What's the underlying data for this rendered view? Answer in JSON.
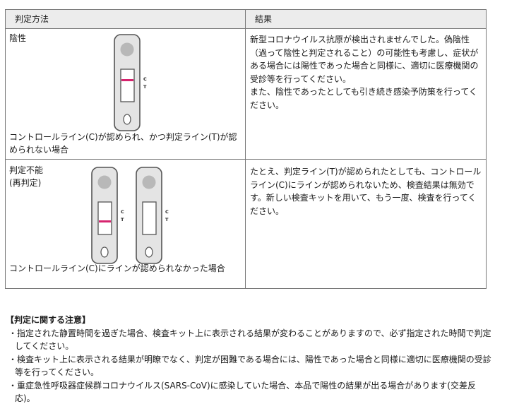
{
  "table": {
    "header": {
      "method": "判定方法",
      "result": "結果"
    },
    "rows": [
      {
        "label": "陰性",
        "caption": "コントロールライン(C)が認められ、かつ判定ライン(T)が認められない場合",
        "result": "新型コロナウイルス抗原が検出されませんでした。偽陰性（過って陰性と判定されること）の可能性も考慮し、症状がある場合には陽性であった場合と同様に、適切に医療機関の受診等を行ってください。\nまた、陰性であったとしても引き続き感染予防策を行ってください。"
      },
      {
        "label": "判定不能\n(再判定)",
        "caption": "コントロールライン(C)にラインが認められなかった場合",
        "result": "たとえ、判定ライン(T)が認められたとしても、コントロールライン(C)にラインが認められないため、検査結果は無効です。新しい検査キットを用いて、もう一度、検査を行ってください。"
      }
    ],
    "marks": {
      "c": "C",
      "t": "T"
    }
  },
  "notes": {
    "title": "【判定に関する注意】",
    "items": [
      "・指定された静置時間を過ぎた場合、検査キット上に表示される結果が変わることがありますので、必ず指定された時間で判定してください。",
      "・検査キット上に表示される結果が明瞭でなく、判定が困難である場合には、陽性であった場合と同様に適切に医療機関の受診等を行ってください。",
      "・重症急性呼吸器症候群コロナウイルス(SARS-CoV)に感染していた場合、本品で陽性の結果が出る場合があります(交差反応)。"
    ]
  },
  "colors": {
    "test_line": "#d6246e",
    "device_body": "#e4e4e4",
    "device_border": "#555555"
  }
}
